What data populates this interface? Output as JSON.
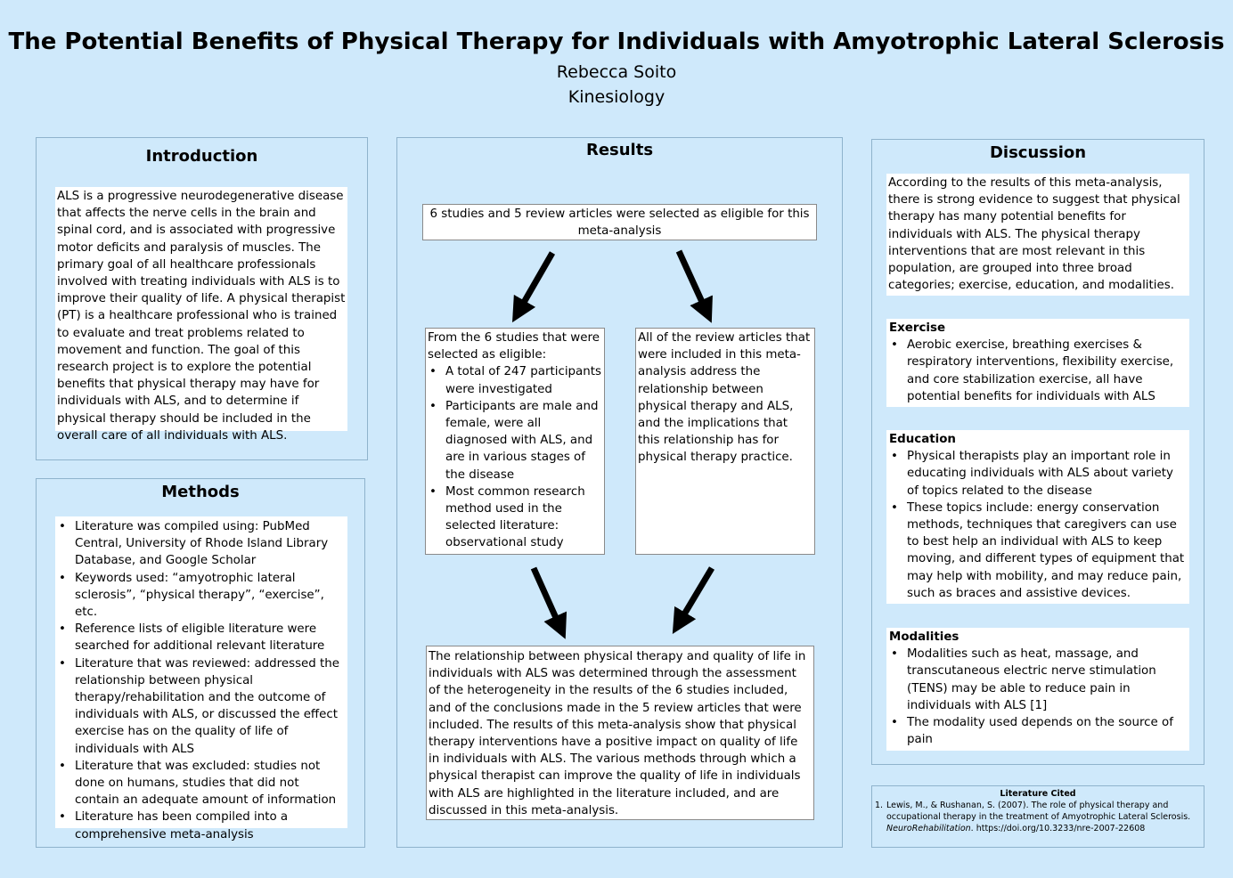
{
  "header": {
    "title": "The Potential Benefits of Physical Therapy for Individuals with Amyotrophic Lateral Sclerosis",
    "author": "Rebecca Soito",
    "department": "Kinesiology"
  },
  "introduction": {
    "heading": "Introduction",
    "body": "ALS is a progressive neurodegenerative disease that affects the nerve cells in the brain and spinal cord, and is associated with progressive motor deficits and paralysis of muscles. The primary goal of all healthcare professionals involved with treating individuals with ALS is to improve their quality of life. A physical therapist (PT) is a healthcare professional who is trained to evaluate and treat problems related to movement and function. The goal of this research project is to explore the potential benefits that physical therapy may have for individuals with ALS, and to determine if physical therapy should be included in the overall care of all individuals with ALS."
  },
  "methods": {
    "heading": "Methods",
    "items": [
      "Literature was compiled using: PubMed Central, University of Rhode Island Library Database, and Google Scholar",
      "Keywords used: “amyotrophic lateral sclerosis”, “physical therapy”, “exercise”, etc.",
      "Reference lists of eligible literature were searched for additional relevant literature",
      "Literature that was reviewed: addressed the relationship between physical therapy/rehabilitation and the outcome of individuals with ALS, or discussed the effect exercise has on the quality of life of individuals with ALS",
      "Literature that was excluded: studies not done on humans, studies that did not contain an adequate amount of information",
      "Literature has been compiled into a comprehensive meta-analysis"
    ]
  },
  "results": {
    "heading": "Results",
    "top_box": "6 studies and 5 review articles were selected as eligible for this meta-analysis",
    "left_box": {
      "intro": "From the 6 studies that were selected as eligible:",
      "items": [
        "A total of 247 participants were investigated",
        "Participants are male and female, were all diagnosed with ALS, and are in various stages of the disease",
        "Most common research method used in the selected literature: observational study"
      ]
    },
    "right_box": "All of the review articles that were included in this meta-analysis address the relationship between physical therapy and ALS, and the implications that this relationship has for physical therapy practice.",
    "bottom_box": "The relationship between physical therapy and quality of life in individuals with ALS was determined through the assessment of the heterogeneity in the results of the 6 studies included, and of the conclusions made in the 5 review articles that were included. The results of this meta-analysis show that physical therapy interventions have a positive impact on quality of life in individuals with ALS. The various methods through which a physical therapist can improve the quality of life in individuals with ALS are highlighted in the literature included, and are discussed in this meta-analysis."
  },
  "discussion": {
    "heading": "Discussion",
    "summary": "According to the results of this meta-analysis, there is strong evidence to suggest that physical therapy has many potential benefits for individuals with ALS. The physical therapy interventions that are most relevant in this population, are grouped into three broad categories; exercise, education, and modalities.",
    "exercise": {
      "heading": "Exercise",
      "items": [
        "Aerobic exercise, breathing exercises & respiratory interventions, flexibility exercise, and core stabilization exercise, all have potential benefits for individuals with ALS"
      ]
    },
    "education": {
      "heading": "Education",
      "items": [
        "Physical therapists play an important role in educating individuals with ALS about variety of topics related to the disease",
        "These topics include: energy conservation methods, techniques that caregivers can use to best help an individual with ALS to keep moving, and different types of equipment that may help with mobility, and may reduce pain, such as braces and assistive devices."
      ]
    },
    "modalities": {
      "heading": "Modalities",
      "items": [
        "Modalities such as heat, massage, and transcutaneous electric nerve stimulation (TENS) may be able to reduce pain in individuals with ALS [1]",
        "The modality used depends on the source of pain"
      ]
    }
  },
  "literature": {
    "heading": "Literature Cited",
    "number": "1.",
    "citation_main": "Lewis, M., & Rushanan, S. (2007). The role of physical therapy and occupational therapy in the treatment of Amyotrophic Lateral Sclerosis.",
    "journal": "NeuroRehabilitation",
    "doi": ". https://doi.org/10.3233/nre-2007-22608"
  },
  "colors": {
    "background": "#cfe9fb",
    "panel_border": "#8fb3cc",
    "box": "#ffffff",
    "arrow": "#000000"
  }
}
